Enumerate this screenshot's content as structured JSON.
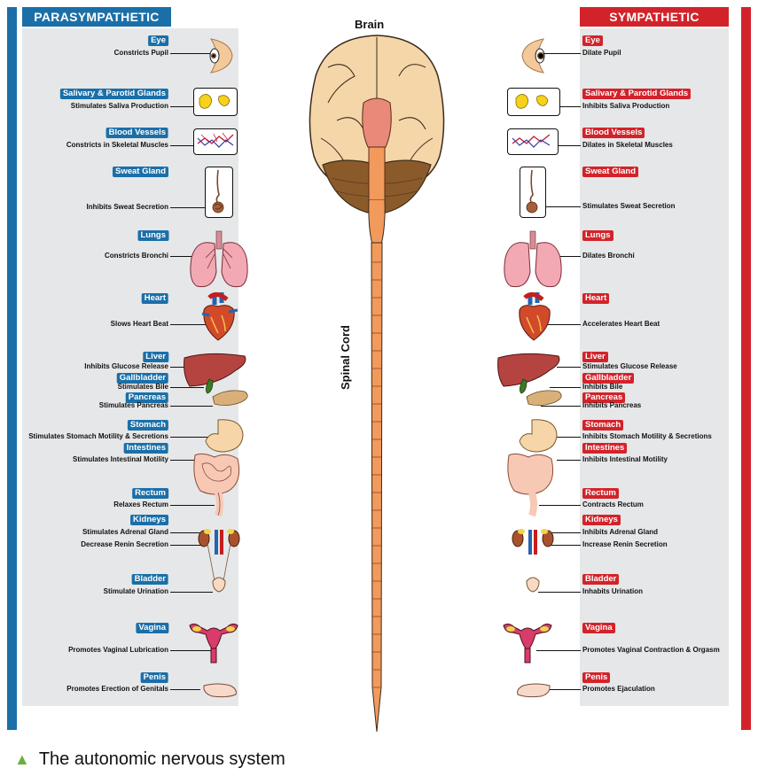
{
  "headers": {
    "left": "PARASYMPATHETIC",
    "right": "SYMPATHETIC"
  },
  "center": {
    "brain_label": "Brain",
    "cord_label": "Spinal Cord"
  },
  "caption": "The autonomic nervous system",
  "colors": {
    "parasympathetic": "#1b6fa8",
    "sympathetic": "#d2232a",
    "panel": "#e6e7e8",
    "caption_triangle": "#6cae3c"
  },
  "parasympathetic": {
    "eye": {
      "tag": "Eye",
      "desc": "Constricts Pupil"
    },
    "salivary": {
      "tag": "Salivary & Parotid Glands",
      "desc": "Stimulates Saliva Production"
    },
    "blood": {
      "tag": "Blood Vessels",
      "desc": "Constricts in Skeletal Muscles"
    },
    "sweat": {
      "tag": "Sweat Gland",
      "desc": "Inhibits Sweat Secretion"
    },
    "lungs": {
      "tag": "Lungs",
      "desc": "Constricts Bronchi"
    },
    "heart": {
      "tag": "Heart",
      "desc": "Slows Heart Beat"
    },
    "liver": {
      "tag": "Liver",
      "desc": "Inhibits Glucose Release"
    },
    "gall": {
      "tag": "Gallbladder",
      "desc": "Stimulates Bile"
    },
    "pancreas": {
      "tag": "Pancreas",
      "desc": "Stimulates Pancreas"
    },
    "stomach": {
      "tag": "Stomach",
      "desc": "Stimulates Stomach Motility & Secretions"
    },
    "intestines": {
      "tag": "Intestines",
      "desc": "Stimulates Intestinal Motility"
    },
    "rectum": {
      "tag": "Rectum",
      "desc": "Relaxes Rectum"
    },
    "kidneys": {
      "tag": "Kidneys",
      "desc": "Stimulates Adrenal Gland",
      "desc2": "Decrease Renin Secretion"
    },
    "bladder": {
      "tag": "Bladder",
      "desc": "Stimulate Urination"
    },
    "vagina": {
      "tag": "Vagina",
      "desc": "Promotes Vaginal Lubrication"
    },
    "penis": {
      "tag": "Penis",
      "desc": "Promotes Erection of Genitals"
    }
  },
  "sympathetic": {
    "eye": {
      "tag": "Eye",
      "desc": "Dilate Pupil"
    },
    "salivary": {
      "tag": "Salivary & Parotid Glands",
      "desc": "Inhibits Saliva Production"
    },
    "blood": {
      "tag": "Blood Vessels",
      "desc": "Dilates in Skeletal Muscles"
    },
    "sweat": {
      "tag": "Sweat Gland",
      "desc": "Stimulates Sweat Secretion"
    },
    "lungs": {
      "tag": "Lungs",
      "desc": "Dilates Bronchi"
    },
    "heart": {
      "tag": "Heart",
      "desc": "Accelerates Heart Beat"
    },
    "liver": {
      "tag": "Liver",
      "desc": "Stimulates Glucose Release"
    },
    "gall": {
      "tag": "Gallbladder",
      "desc": "Inhibits Bile"
    },
    "pancreas": {
      "tag": "Pancreas",
      "desc": "Inhibits Pancreas"
    },
    "stomach": {
      "tag": "Stomach",
      "desc": "Inhibits Stomach Motility & Secretions"
    },
    "intestines": {
      "tag": "Intestines",
      "desc": "Inhibits Intestinal Motility"
    },
    "rectum": {
      "tag": "Rectum",
      "desc": "Contracts Rectum"
    },
    "kidneys": {
      "tag": "Kidneys",
      "desc": "Inhibits Adrenal Gland",
      "desc2": "Increase Renin Secretion"
    },
    "bladder": {
      "tag": "Bladder",
      "desc": "Inhabits Urination"
    },
    "vagina": {
      "tag": "Vagina",
      "desc": "Promotes Vaginal Contraction & Orgasm"
    },
    "penis": {
      "tag": "Penis",
      "desc": "Promotes Ejaculation"
    }
  }
}
